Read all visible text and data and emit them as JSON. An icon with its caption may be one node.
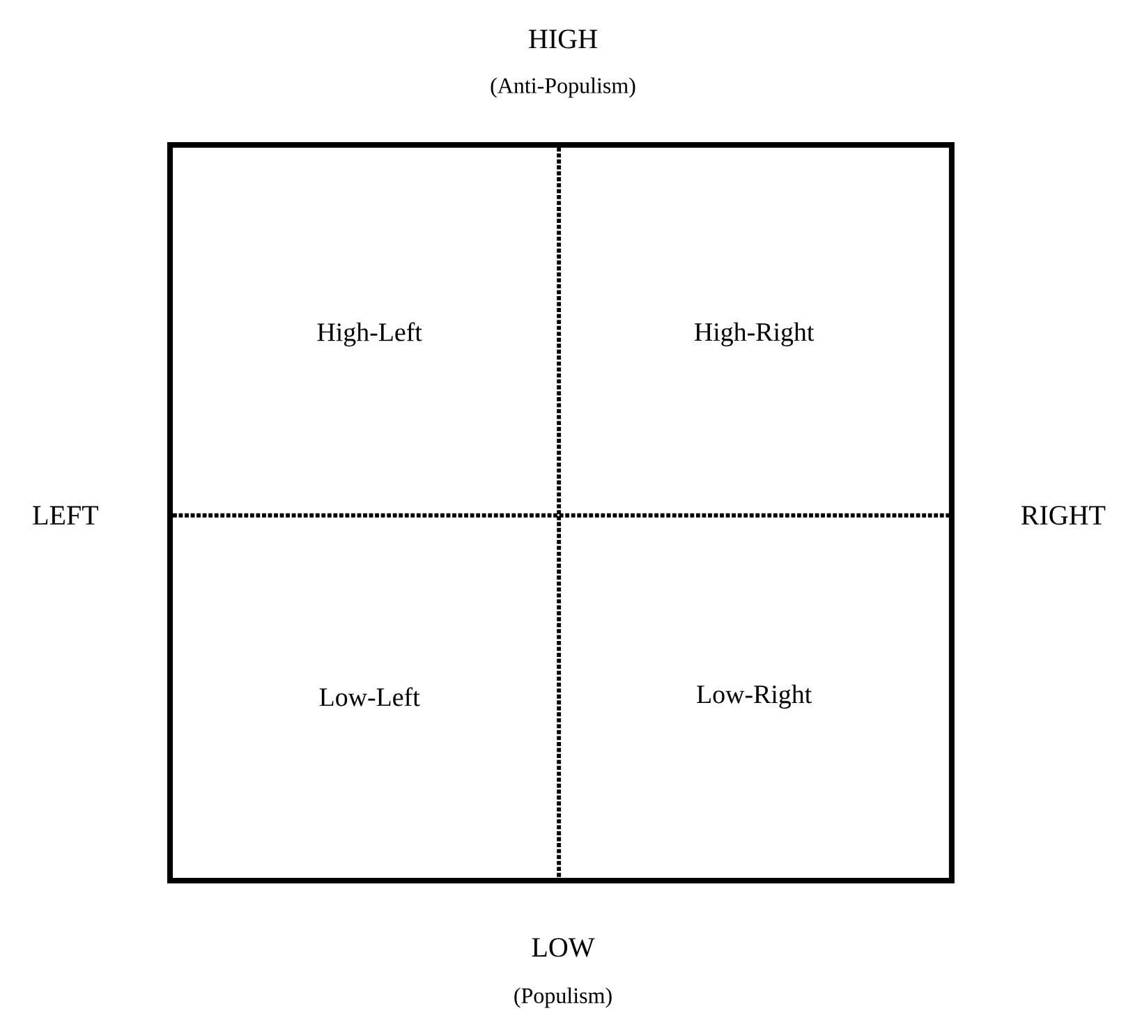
{
  "diagram": {
    "labels": [
      "HIGH",
      "(Anti-Populism)",
      "High-Left",
      "High-Right",
      "LEFT",
      "RIGHT",
      "Low-Left",
      "Low-Right",
      "LOW",
      "(Populism)"
    ]
  }
}
